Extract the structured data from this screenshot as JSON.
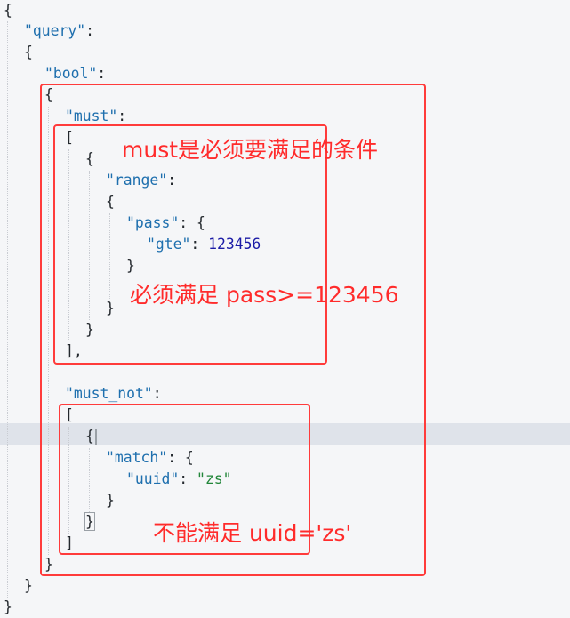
{
  "code": {
    "l1": "{",
    "l2_key": "\"query\"",
    "l2_punct": ":",
    "l3": "{",
    "l4_key": "\"bool\"",
    "l4_punct": ":",
    "l5": "{",
    "l6_key": "\"must\"",
    "l6_punct": ":",
    "l7": "[",
    "l8": "{",
    "l9_key": "\"range\"",
    "l9_punct": ":",
    "l10": "{",
    "l11_key": "\"pass\"",
    "l11_punct": ": {",
    "l12_key": "\"gte\"",
    "l12_punct": ": ",
    "l12_value": "123456",
    "l13": "}",
    "l14": "}",
    "l15": "}",
    "l16": "],",
    "l17_key": "\"must_not\"",
    "l17_punct": ":",
    "l18": "[",
    "l19": "{",
    "l20_key": "\"match\"",
    "l20_punct": ": {",
    "l21_key": "\"uuid\"",
    "l21_punct": ": ",
    "l21_value": "\"zs\"",
    "l22": "}",
    "l23": "}",
    "l24": "]",
    "l25": "}",
    "l26": "}",
    "l27": "}"
  },
  "annotations": {
    "must_title": "must是必须要满足的条件",
    "must_detail": "必须满足 pass>=123456",
    "must_not_detail": "不能满足 uuid='zs'"
  },
  "colors": {
    "key": "#1e6fae",
    "string": "#22863a",
    "number": "#1a1aa6",
    "annotation": "#ff2b2b"
  }
}
